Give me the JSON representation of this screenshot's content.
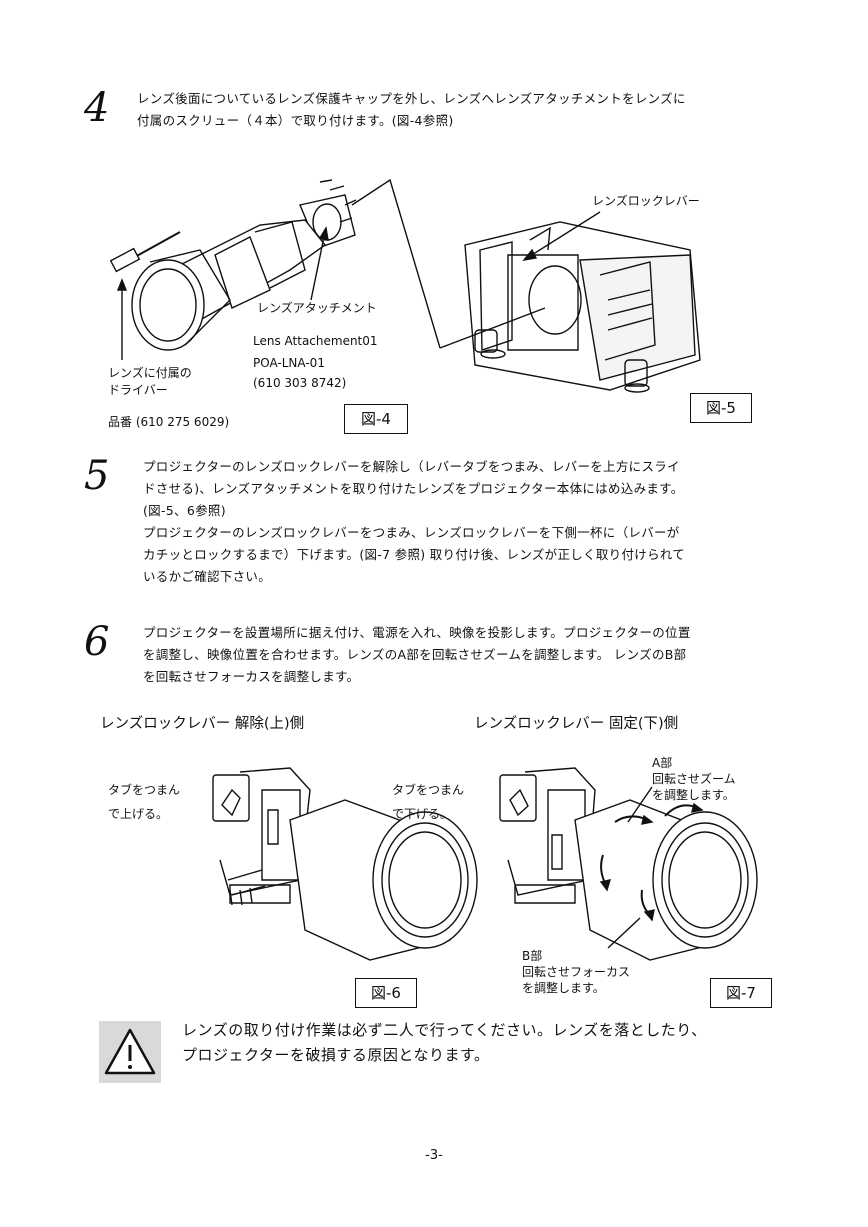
{
  "step4": {
    "number": "4",
    "lines": [
      "レンズ後面についているレンズ保護キャップを外し、レンズへレンズアタッチメントをレンズに",
      "付属のスクリュー（４本）で取り付けます。(図-4参照)"
    ]
  },
  "fig4": {
    "attachment_label": "レンズアタッチメント",
    "attachment_name": "Lens Attachement01",
    "attachment_model": "POA-LNA-01",
    "attachment_code": "(610 303 8742)",
    "driver_label_1": "レンズに付属の",
    "driver_label_2": "ドライバー",
    "part_no": "品番 (610 275 6029)",
    "caption": "図-4"
  },
  "fig5": {
    "lever_label": "レンズロックレバー",
    "caption": "図-5"
  },
  "step5": {
    "number": "5",
    "lines": [
      "プロジェクターのレンズロックレバーを解除し（レバータブをつまみ、レバーを上方にスライ",
      "ドさせる)、レンズアタッチメントを取り付けたレンズをプロジェクター本体にはめ込みます。",
      "(図-5、6参照)",
      "プロジェクターのレンズロックレバーをつまみ、レンズロックレバーを下側一杯に（レバーが",
      "カチッとロックするまで）下げます。(図-7 参照) 取り付け後、レンズが正しく取り付けられて",
      "いるかご確認下さい。"
    ]
  },
  "step6": {
    "number": "6",
    "lines": [
      "プロジェクターを設置場所に据え付け、電源を入れ、映像を投影します。プロジェクターの位置",
      "を調整し、映像位置を合わせます。レンズのA部を回転させズームを調整します。 レンズのB部",
      "を回転させフォーカスを調整します。"
    ]
  },
  "fig6": {
    "heading": "レンズロックレバー 解除(上)側",
    "tab_1": "タブをつまん",
    "tab_2": "で上げる。",
    "caption": "図-6"
  },
  "fig7": {
    "heading": "レンズロックレバー 固定(下)側",
    "tab_1": "タブをつまん",
    "tab_2": "で下げる。",
    "a_1": "A部",
    "a_2": "回転させズーム",
    "a_3": "を調整します。",
    "b_1": "B部",
    "b_2": "回転させフォーカス",
    "b_3": "を調整します。",
    "caption": "図-7"
  },
  "warning": {
    "lines": [
      "レンズの取り付け作業は必ず二人で行ってください。レンズを落としたり、",
      "プロジェクターを破損する原因となります。"
    ],
    "icon": "warning-triangle-icon"
  },
  "page_number": "-3-"
}
